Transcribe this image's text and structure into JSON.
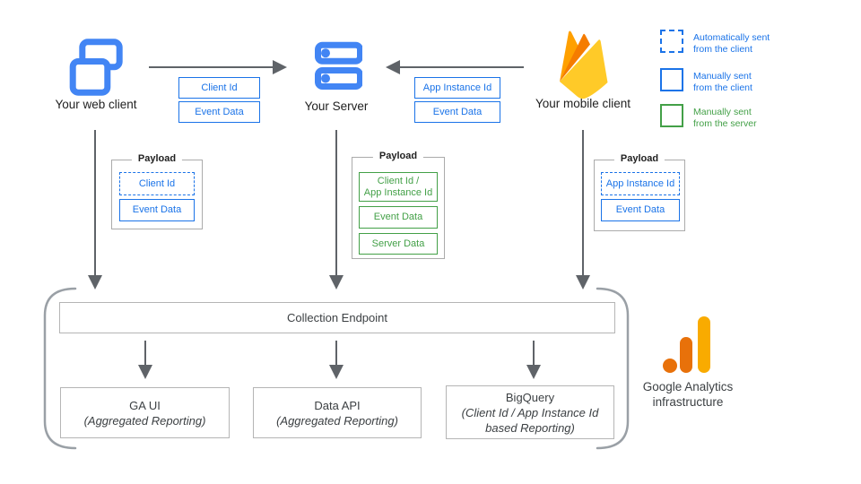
{
  "nodes": {
    "web_client": "Your web client",
    "server": "Your Server",
    "mobile_client": "Your mobile client"
  },
  "tags": {
    "web_to_server": [
      "Client Id",
      "Event Data"
    ],
    "mobile_to_server": [
      "App Instance Id",
      "Event Data"
    ]
  },
  "legend": {
    "items": [
      {
        "label": "Automatically sent\nfrom the client",
        "style": "dashed-blue"
      },
      {
        "label": "Manually sent\nfrom the client",
        "style": "solid-blue"
      },
      {
        "label": "Manually sent\nfrom the server",
        "style": "solid-green"
      }
    ]
  },
  "payloads": {
    "web": {
      "title": "Payload",
      "items": [
        "Client Id",
        "Event Data"
      ]
    },
    "server": {
      "title": "Payload",
      "items": [
        "Client Id /\nApp Instance Id",
        "Event Data",
        "Server Data"
      ]
    },
    "mobile": {
      "title": "Payload",
      "items": [
        "App Instance Id",
        "Event Data"
      ]
    }
  },
  "infrastructure": {
    "collection_endpoint": "Collection Endpoint",
    "outputs": [
      {
        "title": "GA UI",
        "subtitle": "(Aggregated Reporting)"
      },
      {
        "title": "Data API",
        "subtitle": "(Aggregated Reporting)"
      },
      {
        "title": "BigQuery",
        "subtitle": "(Client Id / App Instance Id\nbased Reporting)"
      }
    ],
    "caption": "Google Analytics\ninfrastructure"
  },
  "colors": {
    "blue": "#1a73e8",
    "icon_blue": "#4285f4",
    "green": "#43a047",
    "arrow_gray": "#5f6368",
    "box_border_gray": "#b5b5b5",
    "firebase_yellow": "#ffca28",
    "firebase_orange": "#ffa000",
    "firebase_dark_orange": "#f57c00",
    "ga_tall_bar": "#f9ab00",
    "ga_orange": "#e8710a"
  }
}
